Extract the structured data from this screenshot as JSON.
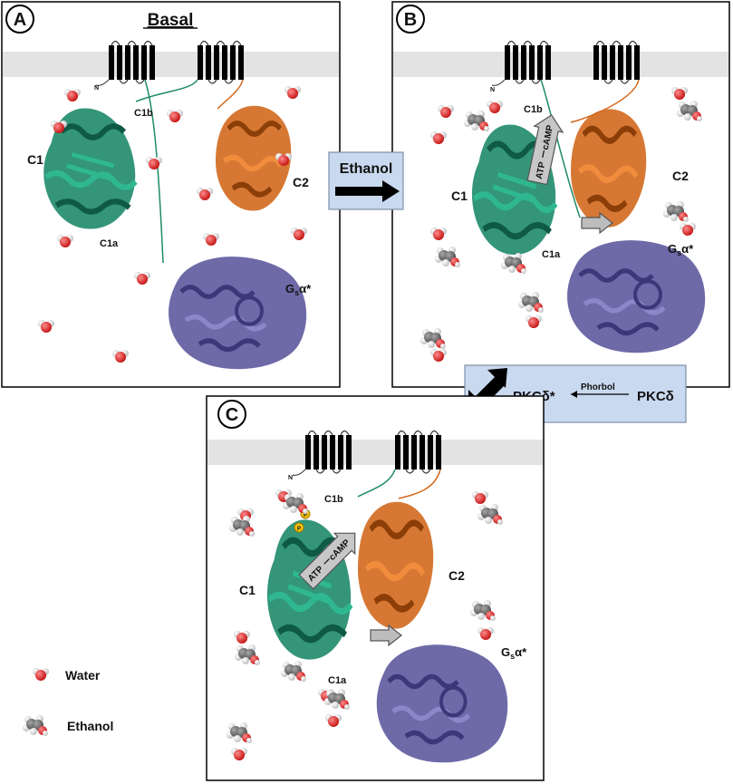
{
  "panels": {
    "a": {
      "letter": "A",
      "title": "Basal",
      "c1": "C1",
      "c1b": "C1b",
      "c1a": "C1a",
      "c2": "C2",
      "n": "N",
      "gs": "G",
      "gs_sub": "s",
      "gs_sup": "α*"
    },
    "b": {
      "letter": "B",
      "c1": "C1",
      "c1b": "C1b",
      "c1a": "C1a",
      "c2": "C2",
      "n": "N",
      "gs": "G",
      "gs_sub": "s",
      "gs_sup": "α*",
      "atp": "ATP",
      "camp": "cAMP"
    },
    "c": {
      "letter": "C",
      "c1": "C1",
      "c1b": "C1b",
      "c1a": "C1a",
      "c2": "C2",
      "n": "N",
      "gs": "G",
      "gs_sub": "s",
      "gs_sup": "α*",
      "atp": "ATP",
      "camp": "cAMP",
      "p": "P"
    }
  },
  "ethanol_box": {
    "label": "Ethanol"
  },
  "pkc_box": {
    "active": "PKCδ*",
    "inactive": "PKCδ",
    "agent": "Phorbol"
  },
  "legend": {
    "water": "Water",
    "ethanol": "Ethanol"
  },
  "colors": {
    "c1": "#1e8a6a",
    "c2": "#d2691e",
    "gs": "#5e5a9e",
    "membrane": "#e3e3e3",
    "box": "#c9d9ef",
    "water": "#d81b1b"
  }
}
